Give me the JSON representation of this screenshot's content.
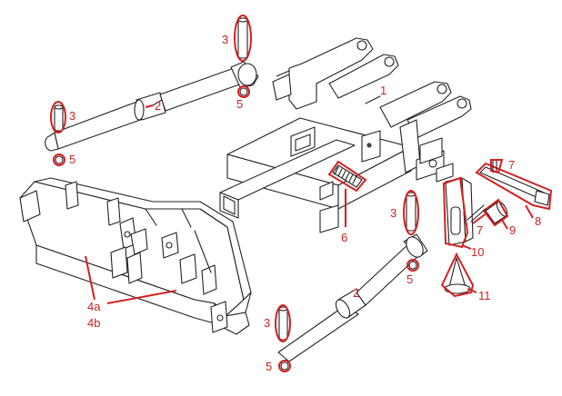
{
  "diagram": {
    "labels": {
      "frame": "1",
      "cylinder_upper": "2",
      "cylinder_lower": "2",
      "pin_top": "3",
      "pin_left": "3",
      "pin_right": "3",
      "pin_bottom": "3",
      "clip_top": "5",
      "clip_left": "5",
      "clip_right": "5",
      "clip_bottom": "5",
      "spring": "6",
      "pin_clip_a": "7",
      "pin_clip_b": "7",
      "handle": "8",
      "cap": "9",
      "bracket": "10",
      "spike": "11",
      "hitch_a": "4a",
      "hitch_b": "4b"
    },
    "colors": {
      "line": "#222222",
      "annotation": "#d42020"
    }
  }
}
